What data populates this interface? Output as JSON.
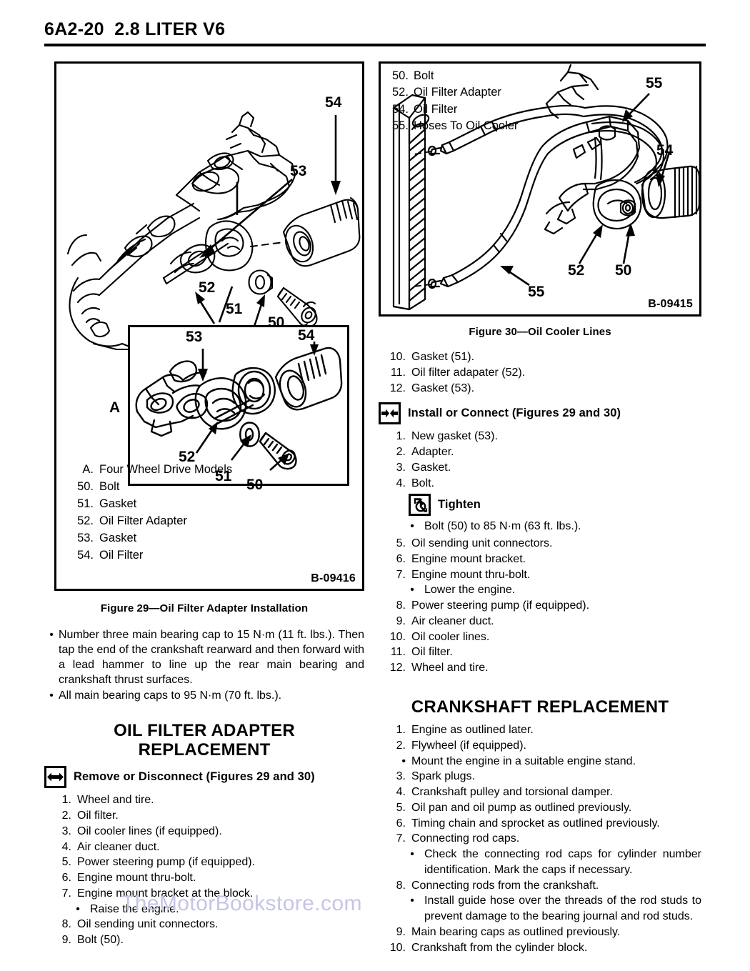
{
  "header": {
    "title": "6A2-20  2.8 LITER V6"
  },
  "watermark": {
    "text": "TheMotorBookstore.com",
    "color": "#c5c5e6"
  },
  "figure29": {
    "code": "B-09416",
    "caption": "Figure 29—Oil Filter Adapter Installation",
    "inset_label": "A",
    "callouts": [
      "54",
      "53",
      "52",
      "51",
      "50",
      "53",
      "54",
      "52",
      "51",
      "50"
    ],
    "legend": [
      {
        "num": "A.",
        "label": "Four Wheel Drive Models"
      },
      {
        "num": "50.",
        "label": "Bolt"
      },
      {
        "num": "51.",
        "label": "Gasket"
      },
      {
        "num": "52.",
        "label": "Oil Filter Adapter"
      },
      {
        "num": "53.",
        "label": "Gasket"
      },
      {
        "num": "54.",
        "label": "Oil Filter"
      }
    ]
  },
  "figure30": {
    "code": "B-09415",
    "caption": "Figure 30—Oil Cooler Lines",
    "callouts": [
      "55",
      "54",
      "52",
      "50",
      "55"
    ],
    "legend": [
      {
        "num": "50.",
        "label": "Bolt"
      },
      {
        "num": "52.",
        "label": "Oil Filter Adapter"
      },
      {
        "num": "54.",
        "label": "Oil Filter"
      },
      {
        "num": "55.",
        "label": "Hoses To Oil Cooler"
      }
    ]
  },
  "left_column": {
    "torque_bullets": [
      "Number three main bearing cap to 15 N·m (11 ft. lbs.). Then tap the end of the crankshaft rearward and then forward with a lead hammer to line up the rear main bearing and crankshaft thrust surfaces.",
      "All main bearing caps to 95 N·m (70 ft. lbs.)."
    ],
    "section_title_line1": "OIL FILTER ADAPTER",
    "section_title_line2": "REPLACEMENT",
    "remove_heading": "Remove or Disconnect (Figures 29 and 30)",
    "remove_icon": "arrows-outward-icon",
    "remove_steps": [
      {
        "num": "1.",
        "text": "Wheel and tire."
      },
      {
        "num": "2.",
        "text": "Oil filter."
      },
      {
        "num": "3.",
        "text": "Oil cooler lines (if equipped)."
      },
      {
        "num": "4.",
        "text": "Air cleaner duct."
      },
      {
        "num": "5.",
        "text": "Power steering pump (if equipped)."
      },
      {
        "num": "6.",
        "text": "Engine mount thru-bolt."
      },
      {
        "num": "7.",
        "text": "Engine mount bracket at the block."
      },
      {
        "num": "•",
        "text": "Raise the engine.",
        "sub": true
      },
      {
        "num": "8.",
        "text": "Oil sending unit connectors."
      },
      {
        "num": "9.",
        "text": "Bolt (50)."
      }
    ]
  },
  "right_column": {
    "remove_steps_cont": [
      {
        "num": "10.",
        "text": "Gasket (51)."
      },
      {
        "num": "11.",
        "text": "Oil filter adapater (52)."
      },
      {
        "num": "12.",
        "text": "Gasket (53)."
      }
    ],
    "install_heading": "Install or Connect (Figures 29 and 30)",
    "install_icon": "arrows-inward-icon",
    "tighten_heading": "Tighten",
    "tighten_icon": "torque-wrench-icon",
    "install_steps": [
      {
        "num": "1.",
        "text": "New gasket (53)."
      },
      {
        "num": "2.",
        "text": "Adapter."
      },
      {
        "num": "3.",
        "text": "Gasket."
      },
      {
        "num": "4.",
        "text": "Bolt."
      }
    ],
    "tighten_bullets": [
      {
        "num": "•",
        "text": "Bolt (50) to 85 N·m (63 ft. lbs.)."
      }
    ],
    "install_steps_cont": [
      {
        "num": "5.",
        "text": "Oil sending unit connectors."
      },
      {
        "num": "6.",
        "text": "Engine mount bracket."
      },
      {
        "num": "7.",
        "text": "Engine mount thru-bolt."
      },
      {
        "num": "•",
        "text": "Lower the engine.",
        "sub": true
      },
      {
        "num": "8.",
        "text": "Power steering pump (if equipped)."
      },
      {
        "num": "9.",
        "text": "Air cleaner duct."
      },
      {
        "num": "10.",
        "text": "Oil cooler lines."
      },
      {
        "num": "11.",
        "text": "Oil filter."
      },
      {
        "num": "12.",
        "text": "Wheel and tire."
      }
    ],
    "crankshaft_title": "CRANKSHAFT REPLACEMENT",
    "crankshaft_steps": [
      {
        "num": "1.",
        "text": "Engine as outlined later."
      },
      {
        "num": "2.",
        "text": "Flywheel (if equipped)."
      },
      {
        "num": "•",
        "text": "Mount the engine in a suitable engine stand.",
        "sub2": true
      },
      {
        "num": "3.",
        "text": "Spark plugs."
      },
      {
        "num": "4.",
        "text": "Crankshaft pulley and torsional damper."
      },
      {
        "num": "5.",
        "text": "Oil pan and oil pump as outlined previously."
      },
      {
        "num": "6.",
        "text": "Timing chain and sprocket as outlined previously."
      },
      {
        "num": "7.",
        "text": "Connecting rod caps."
      },
      {
        "num": "•",
        "text": "Check the connecting rod caps for cylinder number identification. Mark the caps if necessary.",
        "sub": true
      },
      {
        "num": "8.",
        "text": "Connecting rods from the crankshaft."
      },
      {
        "num": "•",
        "text": "Install guide hose over the threads of the rod studs to prevent damage to the bearing journal and rod studs.",
        "sub": true
      },
      {
        "num": "9.",
        "text": "Main bearing caps as outlined previously."
      },
      {
        "num": "10.",
        "text": "Crankshaft from the cylinder block."
      }
    ]
  }
}
